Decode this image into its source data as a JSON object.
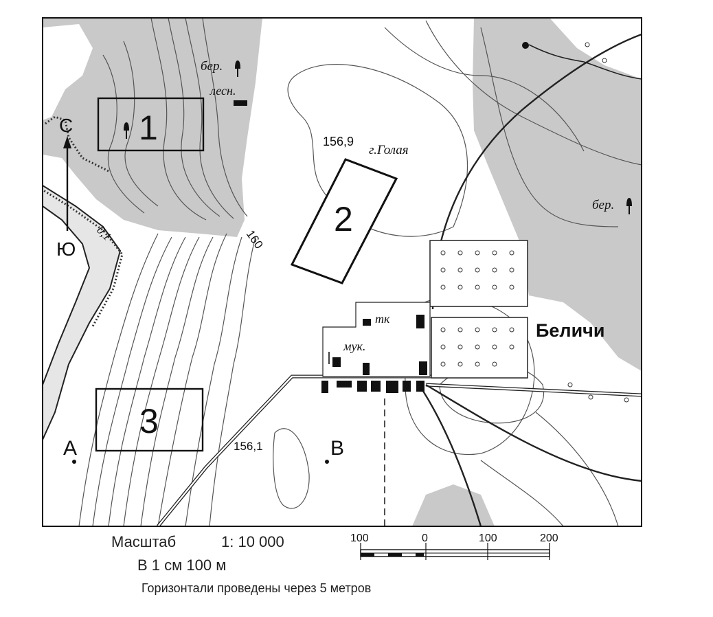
{
  "map": {
    "areas": [
      {
        "number": "1"
      },
      {
        "number": "2"
      },
      {
        "number": "3"
      }
    ],
    "points": [
      {
        "label": "A"
      },
      {
        "label": "B"
      }
    ],
    "compass": {
      "north": "С",
      "south": "Ю"
    },
    "village": "Беличи",
    "hill": {
      "height": "156,9",
      "name": "г.Голая"
    },
    "elevations": {
      "second_height": "156,1",
      "contour_value": "160"
    },
    "water_depth": "0,1",
    "vegetation_labels": [
      "бер.",
      "лесн.",
      "бер."
    ],
    "building_labels": [
      "тк",
      "мук."
    ]
  },
  "scale": {
    "title": "Масштаб",
    "ratio": "1: 10 000",
    "per_cm": "В 1 см 100 м",
    "bar_ticks": [
      "100",
      "0",
      "100",
      "200"
    ]
  },
  "contour_note": "Горизонтали проведены через 5 метров"
}
